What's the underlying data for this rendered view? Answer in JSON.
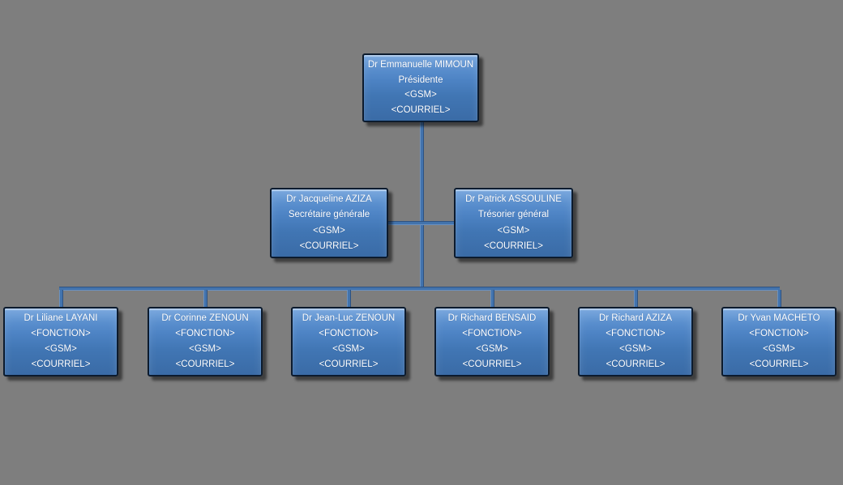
{
  "palette": {
    "background": "#7E7E7E",
    "node_fill_top": "#699DDA",
    "node_fill_bottom": "#3A6BA6",
    "node_border": "#0C1B2E",
    "connector": "#4273AD",
    "text": "#FFFFFF"
  },
  "org_chart": {
    "root": {
      "name": "Dr Emmanuelle MIMOUN",
      "role": "Présidente",
      "gsm": "<GSM>",
      "courriel": "<COURRIEL>"
    },
    "level2": [
      {
        "name": "Dr Jacqueline AZIZA",
        "role": "Secrétaire générale",
        "gsm": "<GSM>",
        "courriel": "<COURRIEL>"
      },
      {
        "name": "Dr Patrick ASSOULINE",
        "role": "Trésorier général",
        "gsm": "<GSM>",
        "courriel": "<COURRIEL>"
      }
    ],
    "level3": [
      {
        "name": "Dr Liliane LAYANI",
        "role": "<FONCTION>",
        "gsm": "<GSM>",
        "courriel": "<COURRIEL>"
      },
      {
        "name": "Dr Corinne ZENOUN",
        "role": "<FONCTION>",
        "gsm": "<GSM>",
        "courriel": "<COURRIEL>"
      },
      {
        "name": "Dr Jean-Luc ZENOUN",
        "role": "<FONCTION>",
        "gsm": "<GSM>",
        "courriel": "<COURRIEL>"
      },
      {
        "name": "Dr Richard BENSAID",
        "role": "<FONCTION>",
        "gsm": "<GSM>",
        "courriel": "<COURRIEL>"
      },
      {
        "name": "Dr Richard AZIZA",
        "role": "<FONCTION>",
        "gsm": "<GSM>",
        "courriel": "<COURRIEL>"
      },
      {
        "name": "Dr Yvan MACHETO",
        "role": "<FONCTION>",
        "gsm": "<GSM>",
        "courriel": "<COURRIEL>"
      }
    ]
  }
}
